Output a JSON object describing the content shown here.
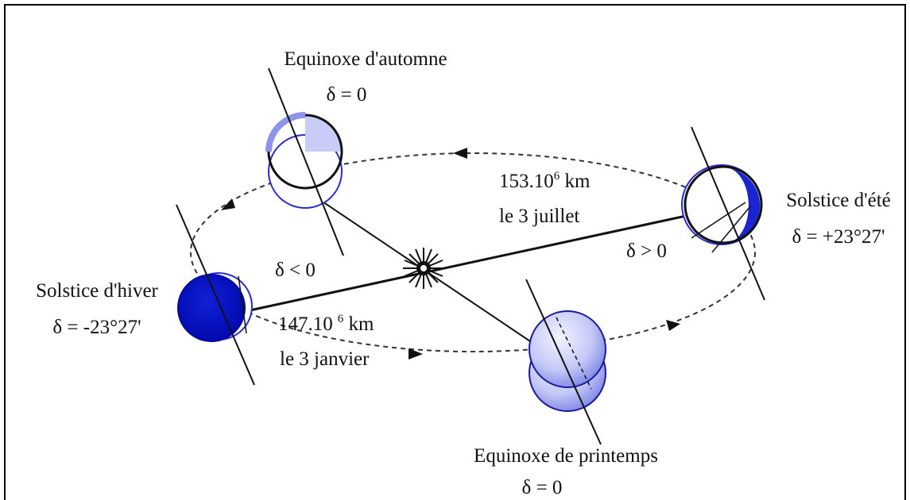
{
  "colors": {
    "frame": "#000000",
    "orbit": "#333333",
    "earth_dark": "#0a14c8",
    "earth_light": "#d8dcfa",
    "earth_mid": "#8c94ec",
    "earth_outline": "#1a1a9a"
  },
  "labels": {
    "autumn_equinox": "Equinoxe d'automne",
    "autumn_delta": "δ = 0",
    "summer_solstice": "Solstice d'été",
    "summer_delta": "δ = +23°27'",
    "winter_solstice": "Solstice d'hiver",
    "winter_delta": "δ  = -23°27'",
    "spring_equinox": "Equinoxe de printemps",
    "spring_delta": "δ = 0",
    "aphelion_distance_base": "153.10",
    "aphelion_distance_exp": "6",
    "aphelion_distance_unit": " km",
    "aphelion_date": "le 3 juillet",
    "perihelion_distance_base": "147.10",
    "perihelion_distance_exp": "6",
    "perihelion_distance_unit": " km",
    "perihelion_date": "le 3 janvier",
    "delta_negative": "δ < 0",
    "delta_positive": "δ > 0"
  },
  "icons": {
    "sun": "sun-icon",
    "earth": "earth-icon",
    "arrow": "orbit-direction-arrow-icon"
  }
}
